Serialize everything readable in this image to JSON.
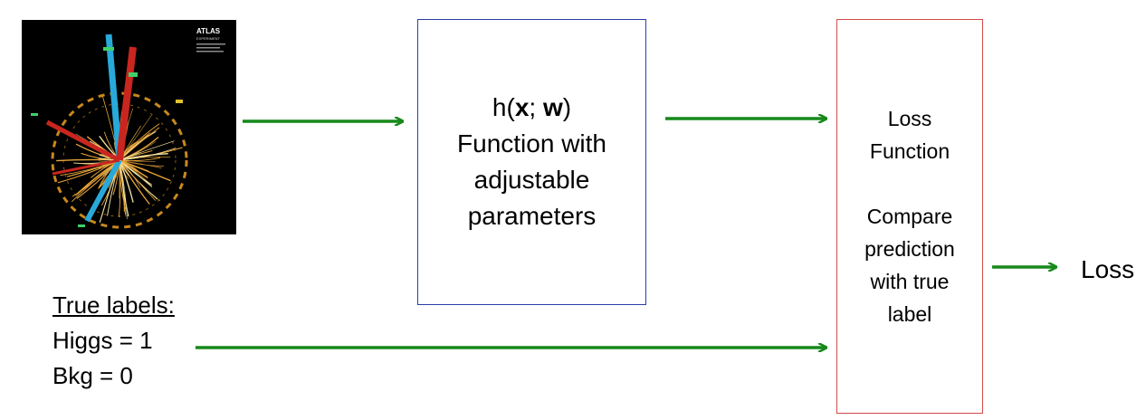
{
  "event_display": {
    "logo_text": "ATLAS",
    "logo_subtext": "EXPERIMENT"
  },
  "model_box": {
    "formula_prefix": "h(",
    "formula_x": "x",
    "formula_sep": "; ",
    "formula_w": "w",
    "formula_suffix": ")",
    "line1": "Function with",
    "line2": "adjustable",
    "line3": "parameters"
  },
  "loss_box": {
    "line1": "Loss",
    "line2": "Function",
    "line3": "Compare",
    "line4": "prediction",
    "line5": "with true",
    "line6": "label"
  },
  "output": {
    "label": "Loss"
  },
  "true_labels": {
    "heading": "True labels:",
    "higgs": "Higgs = 1",
    "bkg": "Bkg = 0"
  },
  "colors": {
    "arrow": "#16891a",
    "model_border": "#2b3fa8",
    "loss_border": "#d24b4b",
    "event_bg": "#000000"
  }
}
